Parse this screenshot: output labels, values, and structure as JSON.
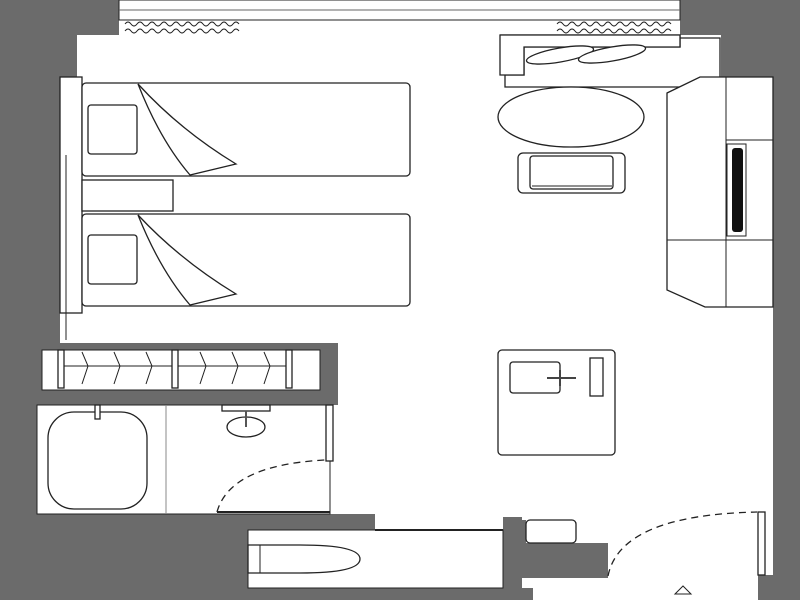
{
  "plan": {
    "type": "hotel-room-floor-plan",
    "colors": {
      "wall": "#6b6b6b",
      "floor": "#ffffff",
      "line": "#222222",
      "tv": "#111111"
    },
    "furniture": [
      "twin-bed",
      "twin-bed",
      "nightstand",
      "sofa",
      "ottoman",
      "ottoman",
      "round-table",
      "armchair",
      "tv-cabinet",
      "desk",
      "wardrobe",
      "bathtub",
      "sink",
      "toilet",
      "luggage-rack"
    ],
    "icons": [
      "entrance-arrow-icon",
      "curtain-icon",
      "door-swing-icon"
    ]
  }
}
